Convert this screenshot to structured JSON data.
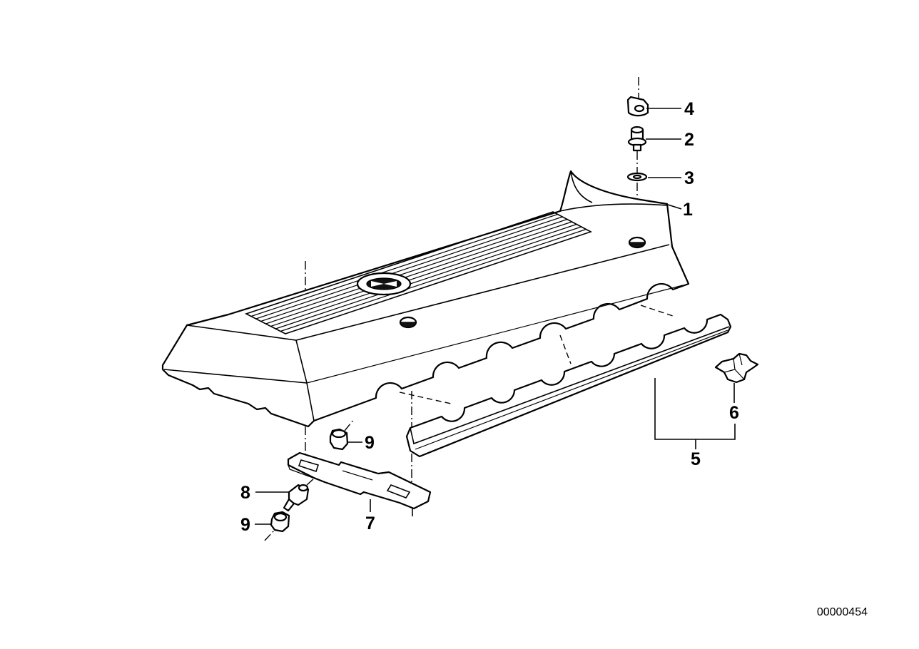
{
  "callouts": [
    "4",
    "2",
    "3",
    "1",
    "9",
    "8",
    "9",
    "7",
    "6",
    "5"
  ],
  "diagram_number": "00000454"
}
